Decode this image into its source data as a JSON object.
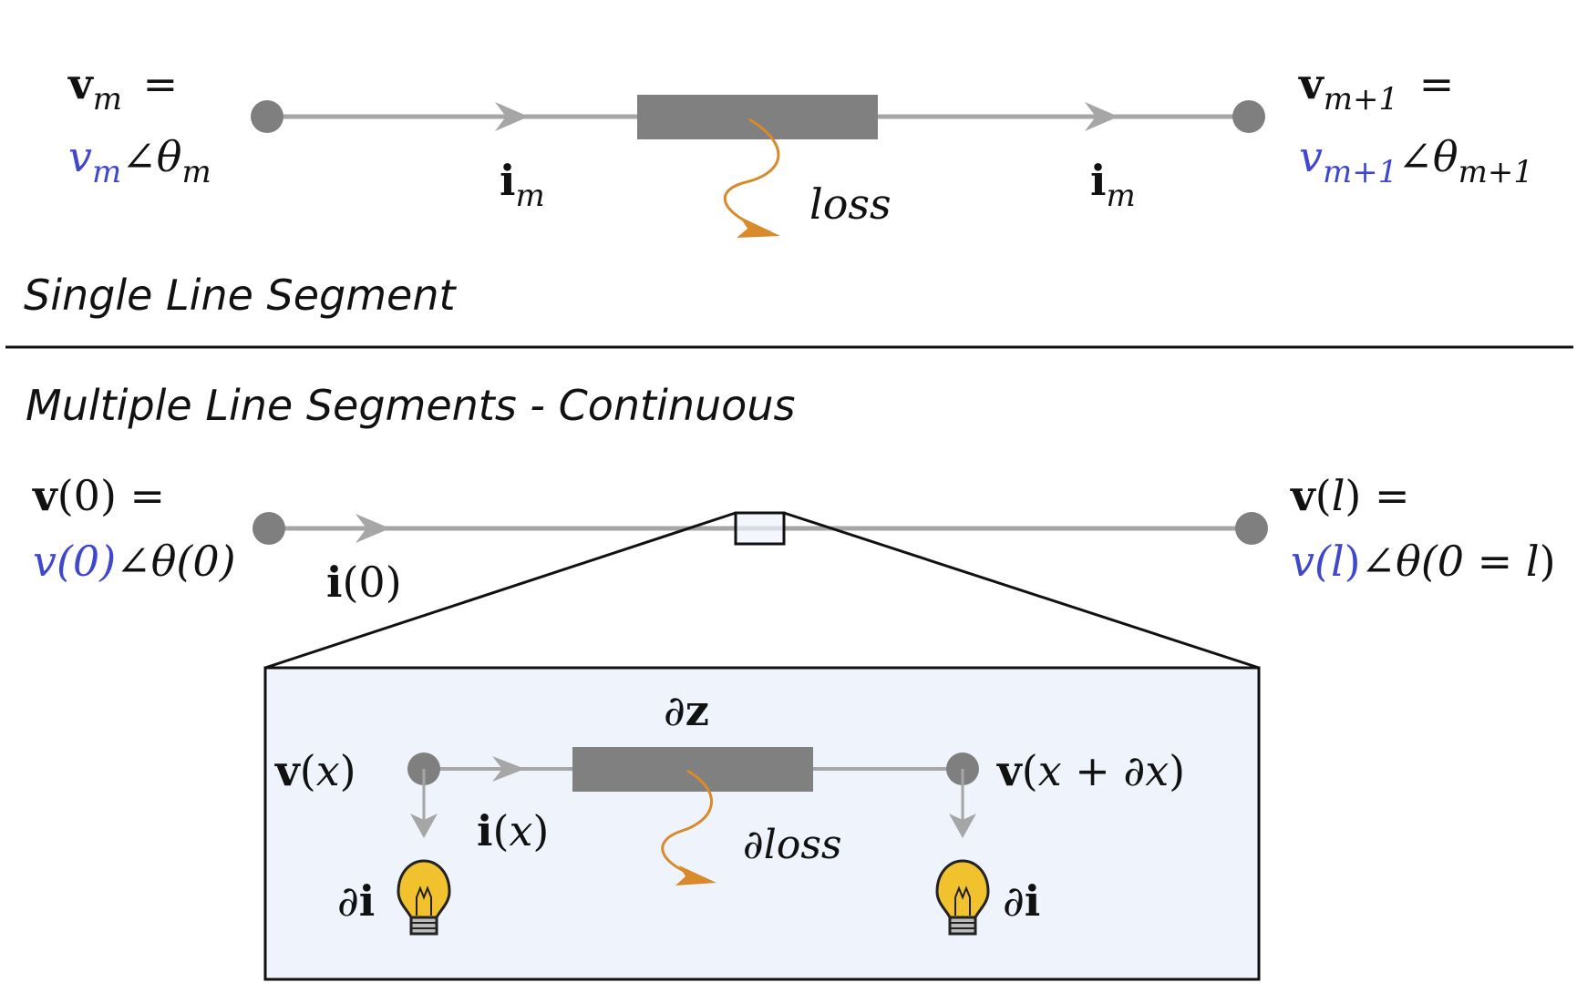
{
  "colors": {
    "line": "#a6a6a6",
    "node": "#7f7f7f",
    "block": "#808080",
    "loss_arrow": "#d98a2b",
    "magnitude": "#3f48cc",
    "inset_fill": "#eef3fc",
    "bulb_fill": "#f2c12e"
  },
  "top": {
    "section_label": "Single Line Segment",
    "left_node": {
      "vec": "v",
      "vec_sub": "m",
      "eq": " =",
      "mag": "v",
      "mag_sub": "m",
      "angle": "∠θ",
      "angle_sub": "m"
    },
    "right_node": {
      "vec": "v",
      "vec_sub": "m+1",
      "eq": " =",
      "mag": "v",
      "mag_sub": "m+1",
      "angle": "∠θ",
      "angle_sub": "m+1"
    },
    "current_left": {
      "vec": "i",
      "sub": "m"
    },
    "current_right": {
      "vec": "i",
      "sub": "m"
    },
    "loss_label": "loss"
  },
  "bottom": {
    "section_label": "Multiple Line Segments - Continuous",
    "left_node": {
      "vec": "v",
      "arg": "(0) =",
      "mag": "v(0)",
      "angle": "∠θ(0)"
    },
    "right_node": {
      "vec": "v",
      "arg_open": "(",
      "arg_var": "l",
      "arg_close": ") =",
      "mag_v": "v(",
      "mag_l": "l",
      "mag_close": ")",
      "angle": "∠θ(0 = ",
      "angle_l": "l",
      "angle_close": ")"
    },
    "current": {
      "vec": "i",
      "arg": "(0)"
    },
    "inset": {
      "impedance": {
        "partial": "∂",
        "vec": "z"
      },
      "left_voltage": {
        "vec": "v",
        "open": "(",
        "var": "x",
        "close": ")"
      },
      "right_voltage": {
        "vec": "v",
        "open": "(",
        "var1": "x",
        "plus": " + ∂",
        "var2": "x",
        "close": ")"
      },
      "current": {
        "vec": "i",
        "open": "(",
        "var": "x",
        "close": ")"
      },
      "loss_label": "∂loss",
      "shunt_left": {
        "partial": "∂",
        "vec": "i"
      },
      "shunt_right": {
        "partial": "∂",
        "vec": "i"
      },
      "bulb_icon": "lightbulb"
    }
  }
}
